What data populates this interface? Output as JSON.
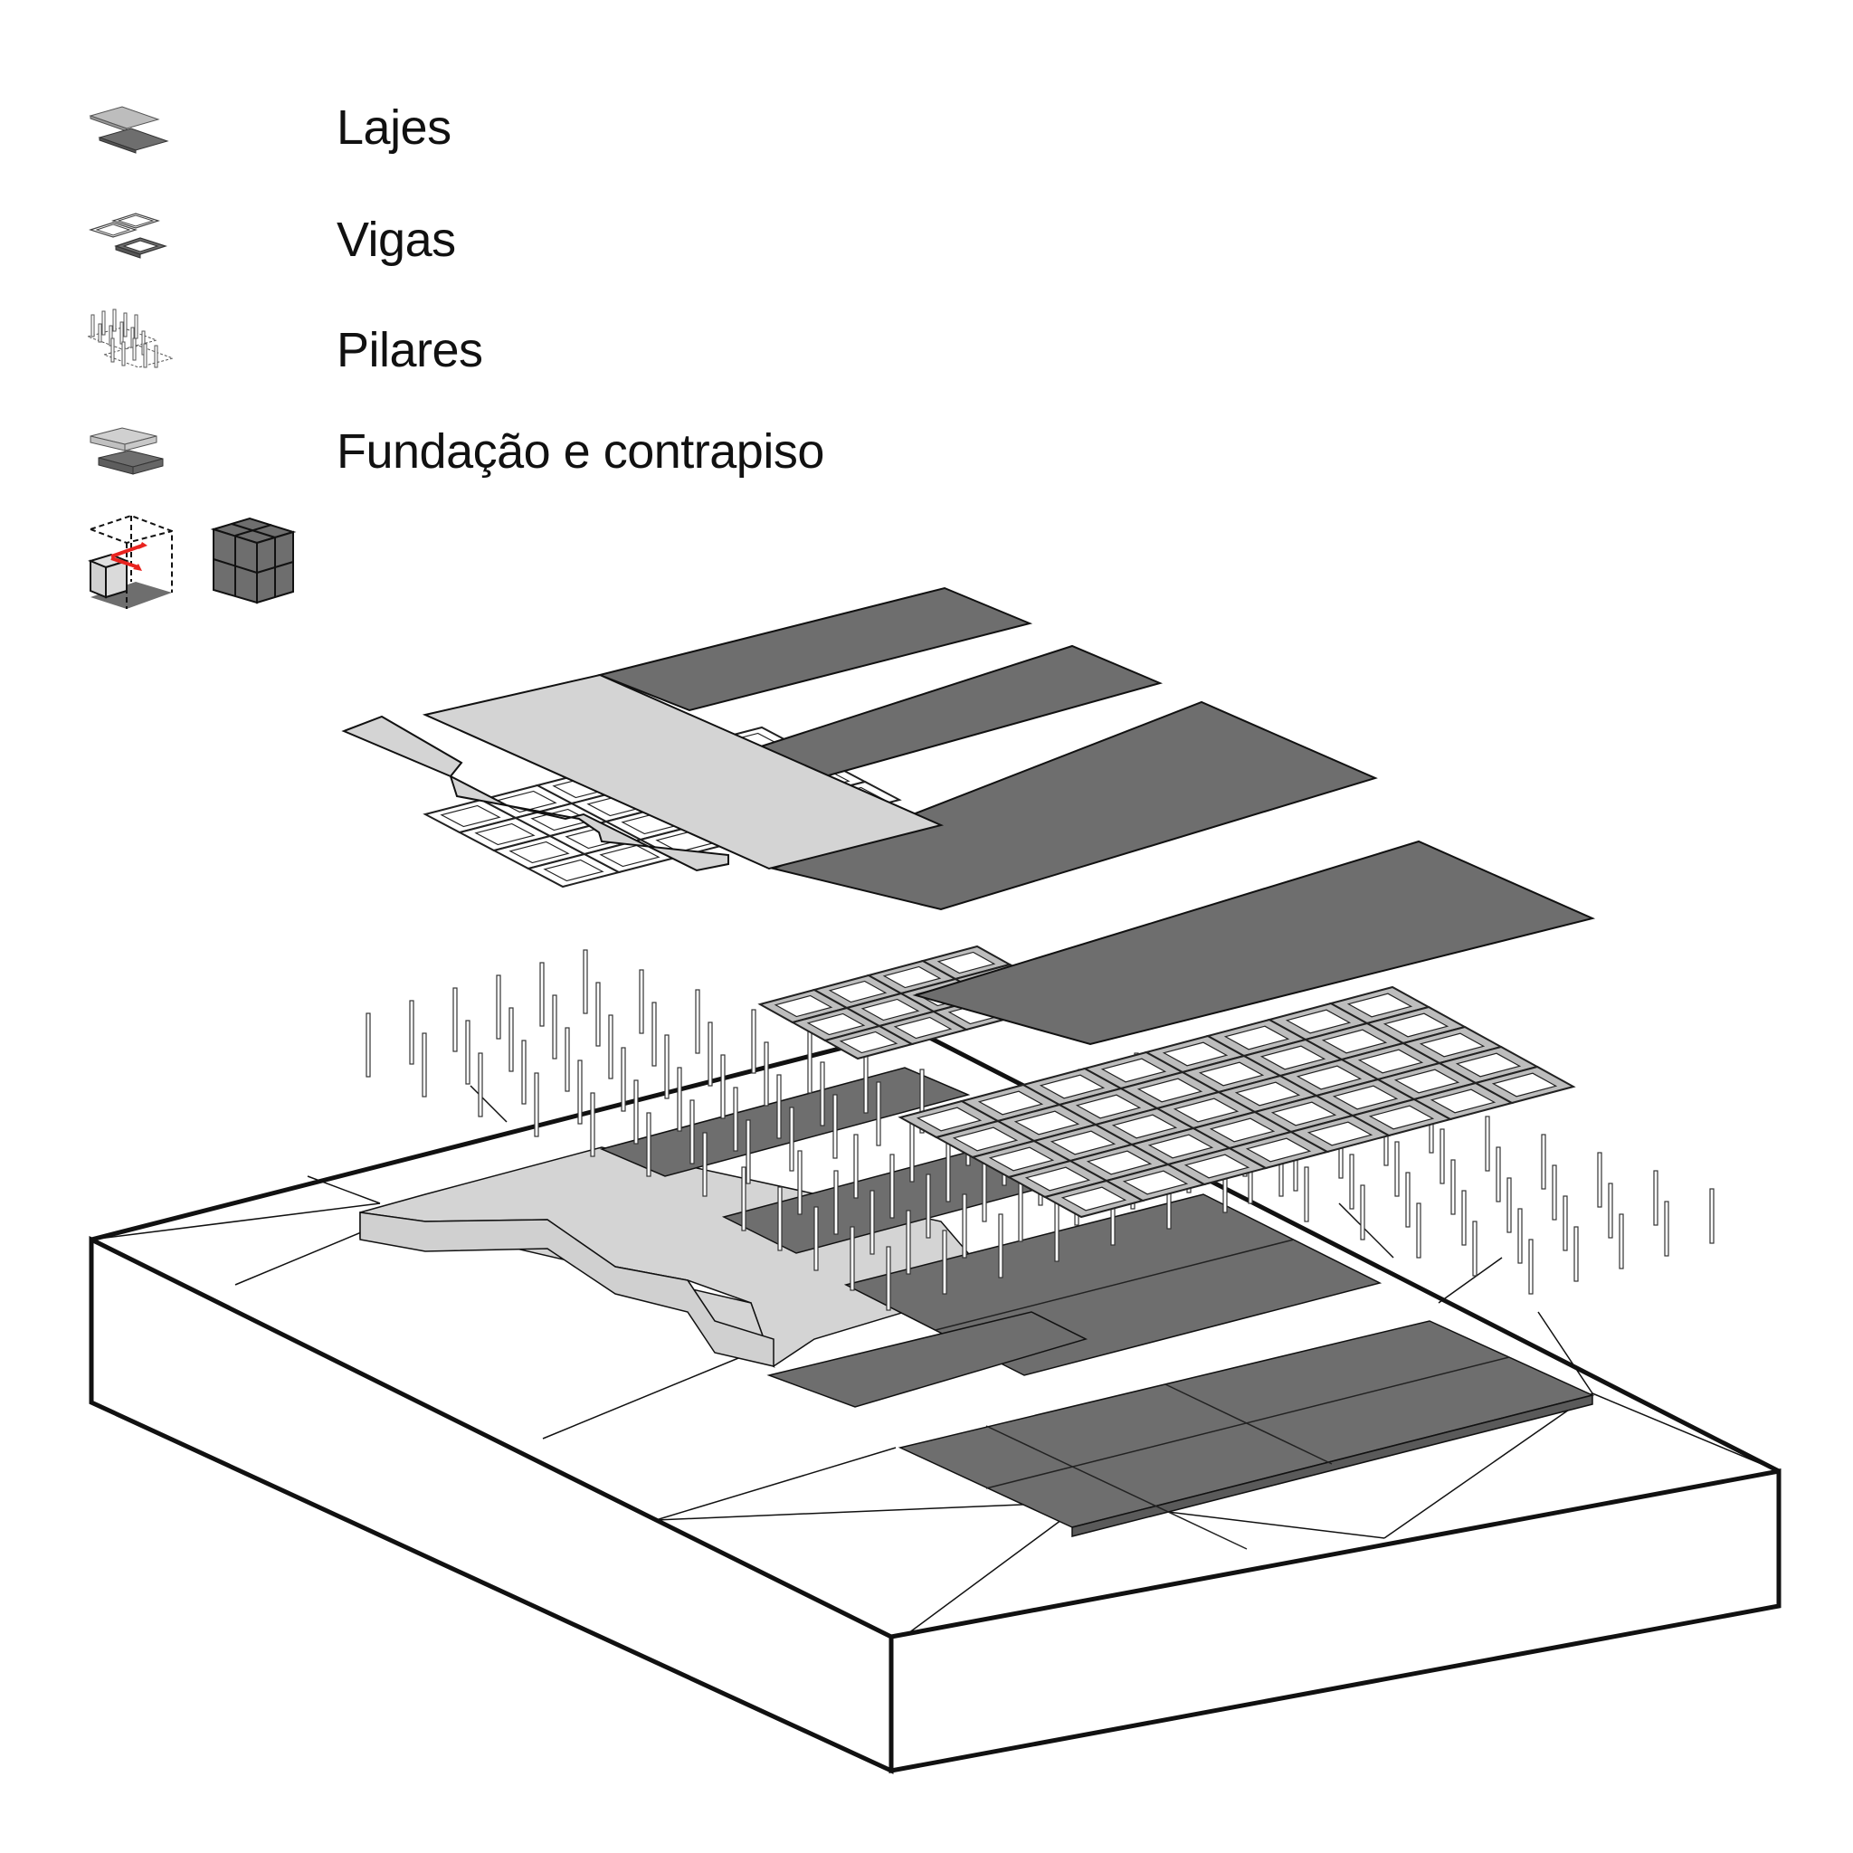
{
  "legend": {
    "items": [
      {
        "label": "Lajes",
        "icon": "slab-layers-icon"
      },
      {
        "label": "Vigas",
        "icon": "beam-frame-icon"
      },
      {
        "label": "Pilares",
        "icon": "column-grid-icon"
      },
      {
        "label": "Fundação e contrapiso",
        "icon": "foundation-block-icon"
      }
    ],
    "extra_icons": [
      "explode-view-icon",
      "solid-cube-icon"
    ]
  },
  "colors": {
    "dark_slab": "#6e6e6e",
    "light_slab": "#d4d4d4",
    "beam_face": "#bdbdbd",
    "terrain": "#ffffff",
    "outline": "#111111",
    "arrow_red": "#e8231f"
  }
}
